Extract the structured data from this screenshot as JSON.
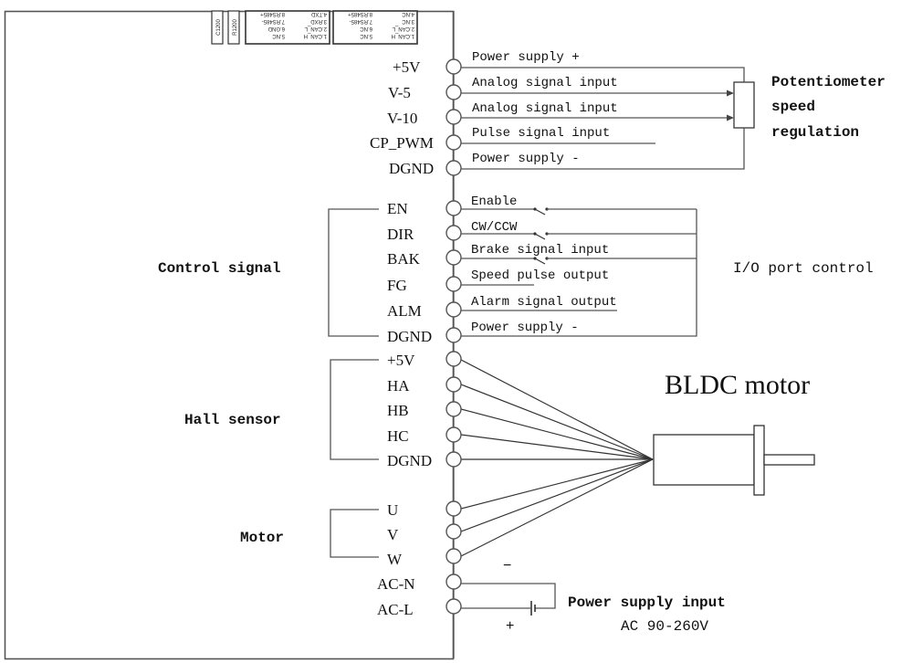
{
  "title": "BLDC motor driver wiring diagram",
  "connectors": {
    "jumpers": [
      "C1200",
      "R1200"
    ],
    "port_a": [
      "1.CAN_H",
      "5.NC",
      "2.CAN_L",
      "6.GND",
      "3.RXD",
      "7.RS485-",
      "4.TXD",
      "8.RS485+"
    ],
    "port_b": [
      "1.CAN_H",
      "5.NC",
      "2.CAN_L",
      "6.NC",
      "3.NC",
      "7.RS485-",
      "4.NC",
      "8.RS485+"
    ]
  },
  "speed_terminals": [
    {
      "pin": "+5V",
      "signal": "Power supply +"
    },
    {
      "pin": "V-5",
      "signal": "Analog signal input"
    },
    {
      "pin": "V-10",
      "signal": "Analog signal input"
    },
    {
      "pin": "CP_PWM",
      "signal": "Pulse signal input"
    },
    {
      "pin": "DGND",
      "signal": "Power supply -"
    }
  ],
  "potentiometer": {
    "label_line1": "Potentiometer",
    "label_line2": "speed",
    "label_line3": "regulation"
  },
  "control_group": {
    "label": "Control signal",
    "io_label": "I/O port control",
    "terminals": [
      {
        "pin": "EN",
        "signal": "Enable"
      },
      {
        "pin": "DIR",
        "signal": "CW/CCW"
      },
      {
        "pin": "BAK",
        "signal": "Brake signal input"
      },
      {
        "pin": "FG",
        "signal": "Speed pulse output"
      },
      {
        "pin": "ALM",
        "signal": "Alarm signal output"
      },
      {
        "pin": "DGND",
        "signal": "Power supply -"
      }
    ]
  },
  "hall_group": {
    "label": "Hall sensor",
    "terminals": [
      {
        "pin": "+5V"
      },
      {
        "pin": "HA"
      },
      {
        "pin": "HB"
      },
      {
        "pin": "HC"
      },
      {
        "pin": "DGND"
      }
    ]
  },
  "motor_group": {
    "label": "Motor",
    "terminals": [
      {
        "pin": "U"
      },
      {
        "pin": "V"
      },
      {
        "pin": "W"
      }
    ]
  },
  "power_group": {
    "terminals": [
      {
        "pin": "AC-N"
      },
      {
        "pin": "AC-L"
      }
    ],
    "minus_symbol": "−",
    "plus_symbol": "+",
    "label": "Power supply input",
    "range": "AC 90-260V"
  },
  "motor_label": "BLDC motor"
}
